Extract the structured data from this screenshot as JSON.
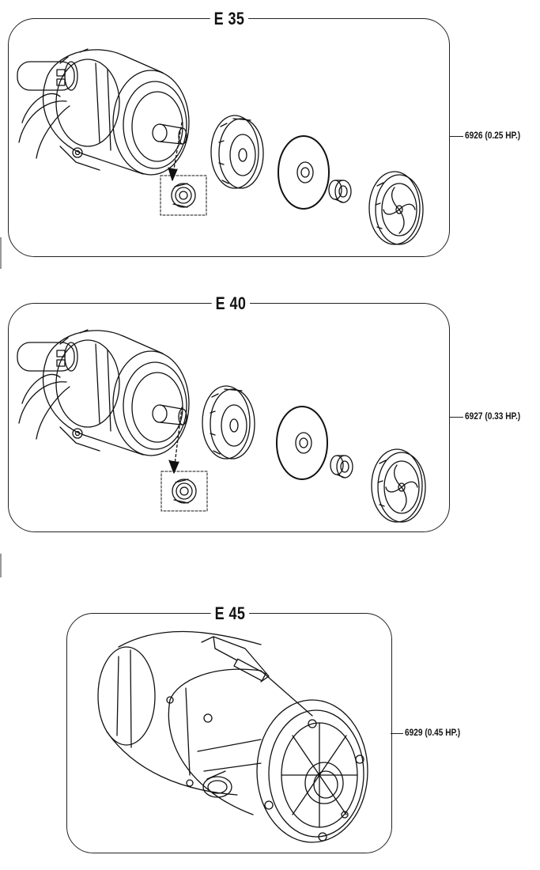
{
  "panels": [
    {
      "title": "E 35",
      "callout": "6926 (0.25 HP.)"
    },
    {
      "title": "E 40",
      "callout": "6927 (0.33 HP.)"
    },
    {
      "title": "E 45",
      "callout": "6929 (0.45 HP.)"
    }
  ]
}
